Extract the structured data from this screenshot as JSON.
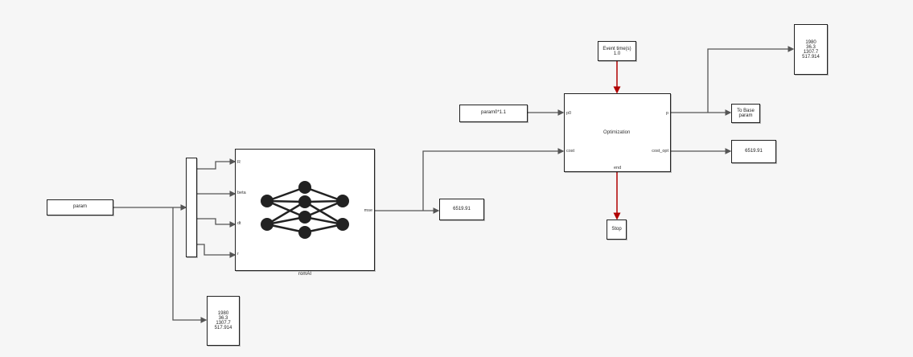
{
  "blocks": {
    "param_source": {
      "label": "param"
    },
    "param0_source": {
      "label": "param0*1.1"
    },
    "event_time": {
      "title": "Event time(s)",
      "value": "1.0"
    },
    "optimization": {
      "title": "Optimization",
      "ports_in": [
        "p0",
        "cost"
      ],
      "ports_out": [
        "p",
        "cost_opt"
      ],
      "port_bottom": "end"
    },
    "to_base": {
      "line1": "To Base",
      "line2": "param"
    },
    "display_top": {
      "values": [
        "1980",
        "36.3",
        "1307.7",
        "517.914"
      ]
    },
    "display_bottom": {
      "values": [
        "1980",
        "36.3",
        "1307.7",
        "517.914"
      ]
    },
    "cost_opt_display": {
      "value": "6519.91"
    },
    "mse_display": {
      "value": "6519.91"
    },
    "stop": {
      "label": "Stop"
    },
    "romai": {
      "caption": "romAI",
      "ports_in": [
        "R",
        "beta",
        "dt",
        "r"
      ],
      "port_out": "mse"
    }
  },
  "colors": {
    "signal_wire": "#555555",
    "event_wire": "#b00000",
    "block_border": "#222222"
  },
  "icons": [
    "neural-network-icon"
  ]
}
